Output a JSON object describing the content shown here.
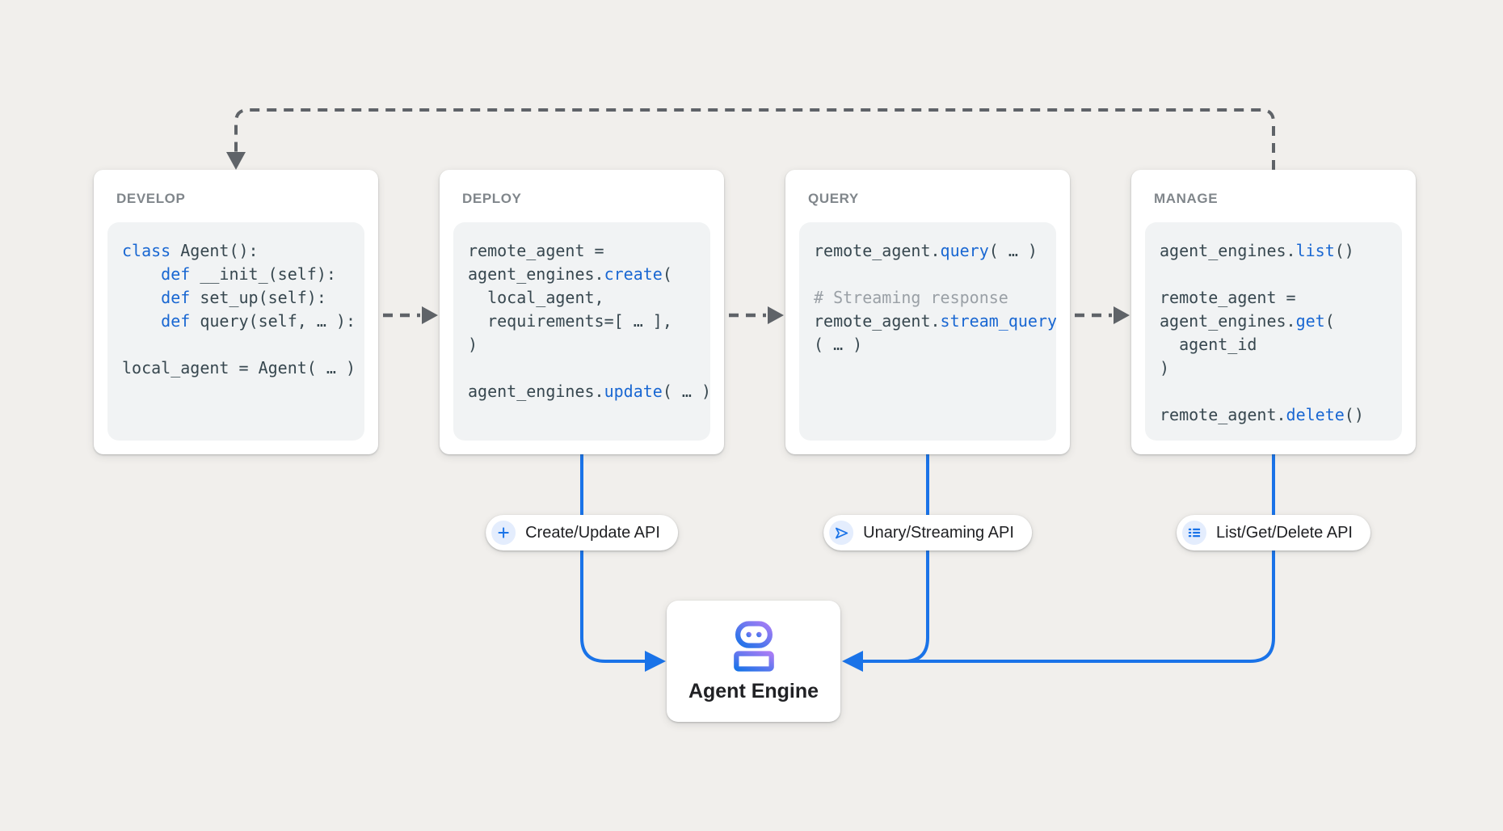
{
  "colors": {
    "page_bg": "#f1efec",
    "code_bg": "#f1f3f4",
    "code_text": "#37474f",
    "code_keyword": "#1967d2",
    "code_comment": "#9aa0a6",
    "title_gray": "#80868b",
    "connector_gray": "#5f6368",
    "accent_blue": "#1a73e8",
    "icon_circle_bg": "#e4edfd",
    "robot_gradient_start": "#a87cf5",
    "robot_gradient_end": "#1a73e8"
  },
  "cards": [
    {
      "title": "DEVELOP",
      "code": [
        [
          {
            "s": "class",
            "c": "kw"
          },
          {
            "s": " Agent():",
            "c": "txt"
          }
        ],
        [
          {
            "s": "    ",
            "c": "txt"
          },
          {
            "s": "def",
            "c": "kw"
          },
          {
            "s": " __init_(self):",
            "c": "txt"
          }
        ],
        [
          {
            "s": "    ",
            "c": "txt"
          },
          {
            "s": "def",
            "c": "kw"
          },
          {
            "s": " set_up(self):",
            "c": "txt"
          }
        ],
        [
          {
            "s": "    ",
            "c": "txt"
          },
          {
            "s": "def",
            "c": "kw"
          },
          {
            "s": " query(self, … ):",
            "c": "txt"
          }
        ],
        [],
        [
          {
            "s": "local_agent = Agent( … )",
            "c": "txt"
          }
        ]
      ]
    },
    {
      "title": "DEPLOY",
      "code": [
        [
          {
            "s": "remote_agent =",
            "c": "txt"
          }
        ],
        [
          {
            "s": "agent_engines.",
            "c": "txt"
          },
          {
            "s": "create",
            "c": "kw"
          },
          {
            "s": "(",
            "c": "txt"
          }
        ],
        [
          {
            "s": "  local_agent,",
            "c": "txt"
          }
        ],
        [
          {
            "s": "  requirements=[ … ],",
            "c": "txt"
          }
        ],
        [
          {
            "s": ")",
            "c": "txt"
          }
        ],
        [],
        [
          {
            "s": "agent_engines.",
            "c": "txt"
          },
          {
            "s": "update",
            "c": "kw"
          },
          {
            "s": "( … )",
            "c": "txt"
          }
        ]
      ]
    },
    {
      "title": "QUERY",
      "code": [
        [
          {
            "s": "remote_agent.",
            "c": "txt"
          },
          {
            "s": "query",
            "c": "kw"
          },
          {
            "s": "( … )",
            "c": "txt"
          }
        ],
        [],
        [
          {
            "s": "# Streaming response",
            "c": "cmt"
          }
        ],
        [
          {
            "s": "remote_agent.",
            "c": "txt"
          },
          {
            "s": "stream_query",
            "c": "kw"
          }
        ],
        [
          {
            "s": "( … )",
            "c": "txt"
          }
        ]
      ]
    },
    {
      "title": "MANAGE",
      "code": [
        [
          {
            "s": "agent_engines.",
            "c": "txt"
          },
          {
            "s": "list",
            "c": "kw"
          },
          {
            "s": "()",
            "c": "txt"
          }
        ],
        [],
        [
          {
            "s": "remote_agent =",
            "c": "txt"
          }
        ],
        [
          {
            "s": "agent_engines.",
            "c": "txt"
          },
          {
            "s": "get",
            "c": "kw"
          },
          {
            "s": "(",
            "c": "txt"
          }
        ],
        [
          {
            "s": "  agent_id",
            "c": "txt"
          }
        ],
        [
          {
            "s": ")",
            "c": "txt"
          }
        ],
        [],
        [
          {
            "s": "remote_agent.",
            "c": "txt"
          },
          {
            "s": "delete",
            "c": "kw"
          },
          {
            "s": "()",
            "c": "txt"
          }
        ]
      ]
    }
  ],
  "pills": [
    {
      "label": "Create/Update API",
      "icon": "plus-icon"
    },
    {
      "label": "Unary/Streaming API",
      "icon": "send-icon"
    },
    {
      "label": "List/Get/Delete API",
      "icon": "list-icon"
    }
  ],
  "engine": {
    "label": "Agent Engine",
    "icon": "robot-icon"
  }
}
